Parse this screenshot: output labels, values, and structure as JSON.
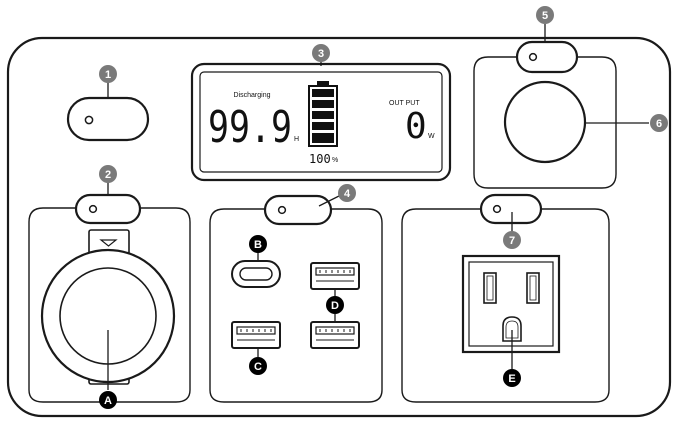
{
  "display": {
    "status_label": "Discharging",
    "hours_value": "99.9",
    "hours_unit": "H",
    "battery_percent": "100",
    "percent_symbol": "%",
    "output_label": "OUT PUT",
    "output_value": "0",
    "output_unit": "W"
  },
  "callouts": {
    "c1": "1",
    "c2": "2",
    "c3": "3",
    "c4": "4",
    "c5": "5",
    "c6": "6",
    "c7": "7",
    "cA": "A",
    "cB": "B",
    "cC": "C",
    "cD": "D",
    "cE": "E"
  },
  "colors": {
    "line": "#1a1a1a",
    "callout_gray": "#7a7a7a",
    "callout_black": "#000000",
    "lcd_bg": "#ffffff"
  }
}
